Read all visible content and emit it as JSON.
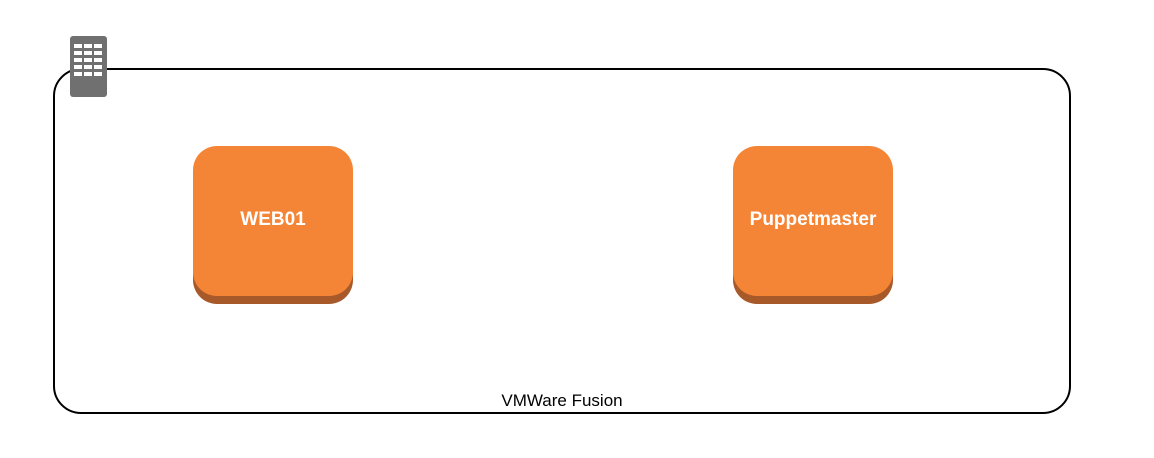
{
  "container": {
    "label": "VMWare Fusion",
    "icon": "building-icon",
    "border_color": "#000000"
  },
  "nodes": [
    {
      "label": "WEB01",
      "color": "#f58536",
      "shadow_color": "#a8592a"
    },
    {
      "label": "Puppetmaster",
      "color": "#f58536",
      "shadow_color": "#a8592a"
    }
  ],
  "icon_color": "#707070"
}
